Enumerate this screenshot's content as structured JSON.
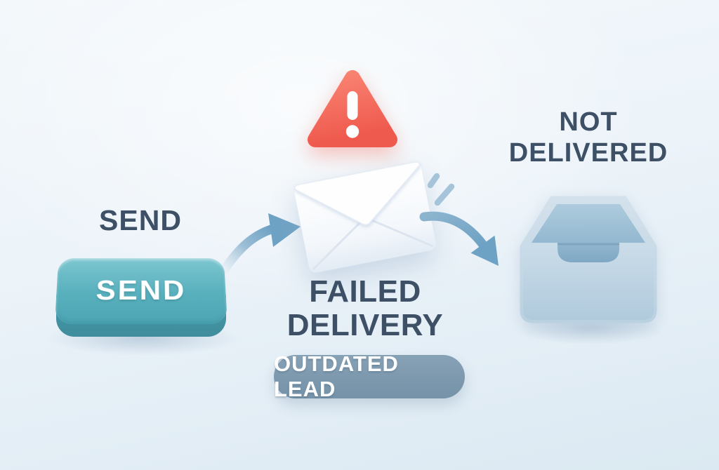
{
  "labels": {
    "send_heading": "SEND",
    "send_button": "SEND",
    "failed_delivery_line1": "FAILED",
    "failed_delivery_line2": "DELIVERY",
    "outdated_lead_badge": "OUTDATED LEAD",
    "not_delivered_line1": "NOT",
    "not_delivered_line2": "DELIVERED"
  },
  "icons": {
    "warning": "warning-triangle-icon",
    "envelope": "envelope-icon",
    "arrow_left": "curved-arrow-left-icon",
    "arrow_right": "curved-arrow-right-icon",
    "tray": "empty-tray-icon",
    "motion": "motion-dashes-icon"
  },
  "colors": {
    "background_top": "#f3f8fb",
    "background_bottom": "#dbe9f2",
    "heading_text": "#3d5066",
    "button_teal": "#58b0bd",
    "button_teal_dark": "#3f8d9d",
    "button_text": "#ffffff",
    "warning_red": "#f4695c",
    "arrow_blue": "#6ea2c4",
    "badge_blue_gray": "#7e9aaf",
    "badge_text": "#ffffff",
    "tray_blue": "#bcd3e3",
    "tray_inner_blue": "#8fb4cd",
    "envelope_white": "#fafcfe"
  }
}
